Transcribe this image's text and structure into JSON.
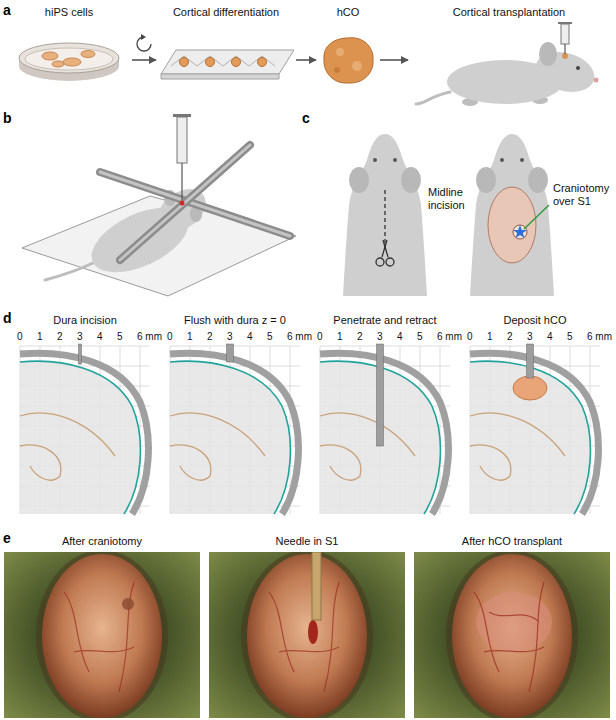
{
  "diagram": {
    "nodes": [
      {
        "text": [
          "hiPS cells"
        ]
      },
      {
        "text": [
          "Cortical differentiation"
        ]
      },
      {
        "text": [
          "hCO"
        ]
      },
      {
        "text": [
          "Cortical transplantation"
        ]
      }
    ],
    "edges": [
      {
        "from": 0,
        "to": 1,
        "arrow": "to"
      },
      {
        "from": 1,
        "to": 2,
        "arrow": "to"
      },
      {
        "from": 2,
        "to": 3,
        "arrow": "to"
      }
    ],
    "labels": [
      "a",
      "b",
      "c",
      "Midline incision",
      "Craniotomy over S1",
      "d",
      "Dura incision",
      "0",
      "1",
      "2",
      "3",
      "4",
      "5",
      "6 mm",
      "Flush with dura z = 0",
      "0",
      "1",
      "2",
      "3",
      "4",
      "5",
      "6 mm",
      "Penetrate and retract",
      "0",
      "1",
      "2",
      "3",
      "4",
      "5",
      "6 mm",
      "Deposit hCO",
      "0",
      "1",
      "2",
      "3",
      "4",
      "5",
      "6 mm",
      "e",
      "After craniotomy",
      "Needle in S1",
      "After hCO transplant"
    ]
  }
}
